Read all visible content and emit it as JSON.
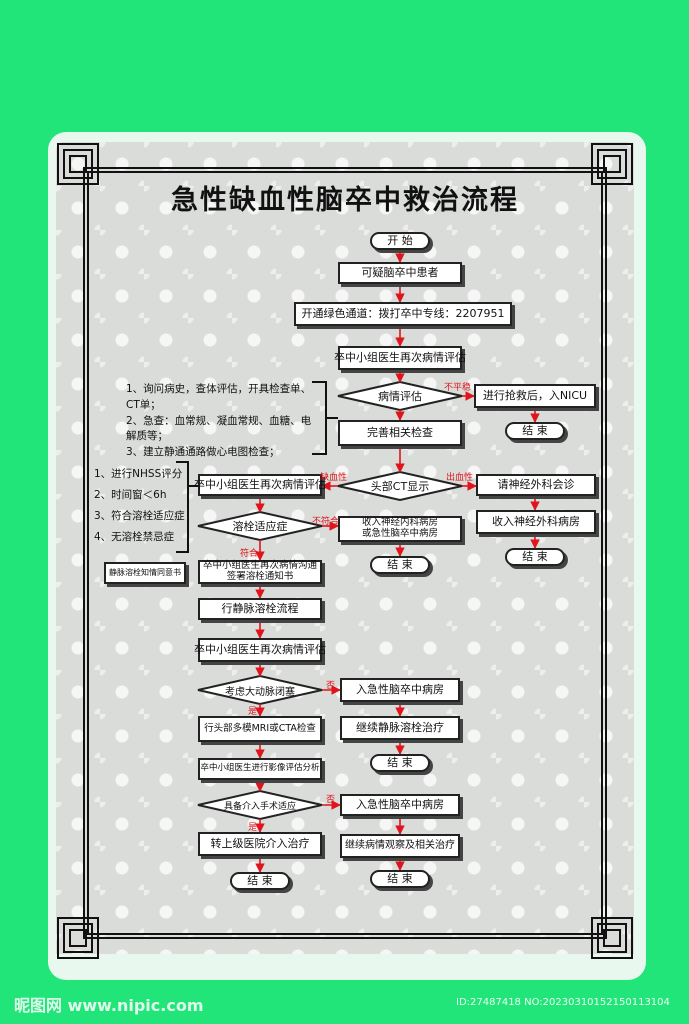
{
  "title": "急性缺血性脑卒中救治流程",
  "nodes": {
    "start": "开  始",
    "suspect": "可疑脑卒中患者",
    "green_channel": "开通绿色通道：拨打卒中专线：2207951",
    "reassess_1": "卒中小组医生再次病情评估",
    "condition_eval": "病情评估",
    "rescue_nicu": "进行抢救后，入NICU",
    "end_1": "结  束",
    "complete_exam": "完善相关检查",
    "reassess_2": "卒中小组医生再次病情评估",
    "ct_display": "头部CT显示",
    "neurosurgery_consult": "请神经外科会诊",
    "thrombolysis_indication": "溶栓适应症",
    "admit_neurology_1": "收入神经内科病房",
    "admit_neurology_2": "或急性脑卒中病房",
    "admit_neurosurgery": "收入神经外科病房",
    "end_2": "结  束",
    "end_3": "结  束",
    "consent_form": "静脉溶栓知情同意书",
    "reassess_communicate_1": "卒中小组医生再次病情沟通",
    "reassess_communicate_2": "签署溶栓通知书",
    "iv_thrombolysis": "行静脉溶栓流程",
    "reassess_3": "卒中小组医生再次病情评估",
    "large_vessel": "考虑大动脉闭塞",
    "admit_stroke_1": "入急性脑卒中病房",
    "mri_cta": "行头部多模MRI或CTA检查",
    "continue_iv": "继续静脉溶栓治疗",
    "end_4": "结  束",
    "imaging_analysis": "卒中小组医生进行影像评估分析",
    "intervention_indication": "具备介入手术适应",
    "admit_stroke_2": "入急性脑卒中病房",
    "transfer": "转上级医院介入治疗",
    "observe": "继续病情观察及相关治疗",
    "end_5": "结  束",
    "end_6": "结  束"
  },
  "edge_labels": {
    "unstable": "不平稳",
    "ischemic": "缺血性",
    "hemorrhagic": "出血性",
    "not_met": "不符合",
    "met": "符合",
    "no_1": "否",
    "yes_1": "是",
    "no_2": "否",
    "yes_2": "是"
  },
  "notes_top": [
    "1、询问病史，查体评估，开具检查单、",
    "CT单；",
    "2、急查：血常规、凝血常规、血糖、电",
    "解质等；",
    "3、建立静通通路做心电图检查；"
  ],
  "notes_left": [
    "1、进行NHSS评分",
    "2、时间窗＜6h",
    "3、符合溶栓适应症",
    "4、无溶栓禁忌症"
  ],
  "watermark": {
    "site": "昵图网 www.nipic.com",
    "id": "ID:27487418 NO:20230310152150113104"
  }
}
